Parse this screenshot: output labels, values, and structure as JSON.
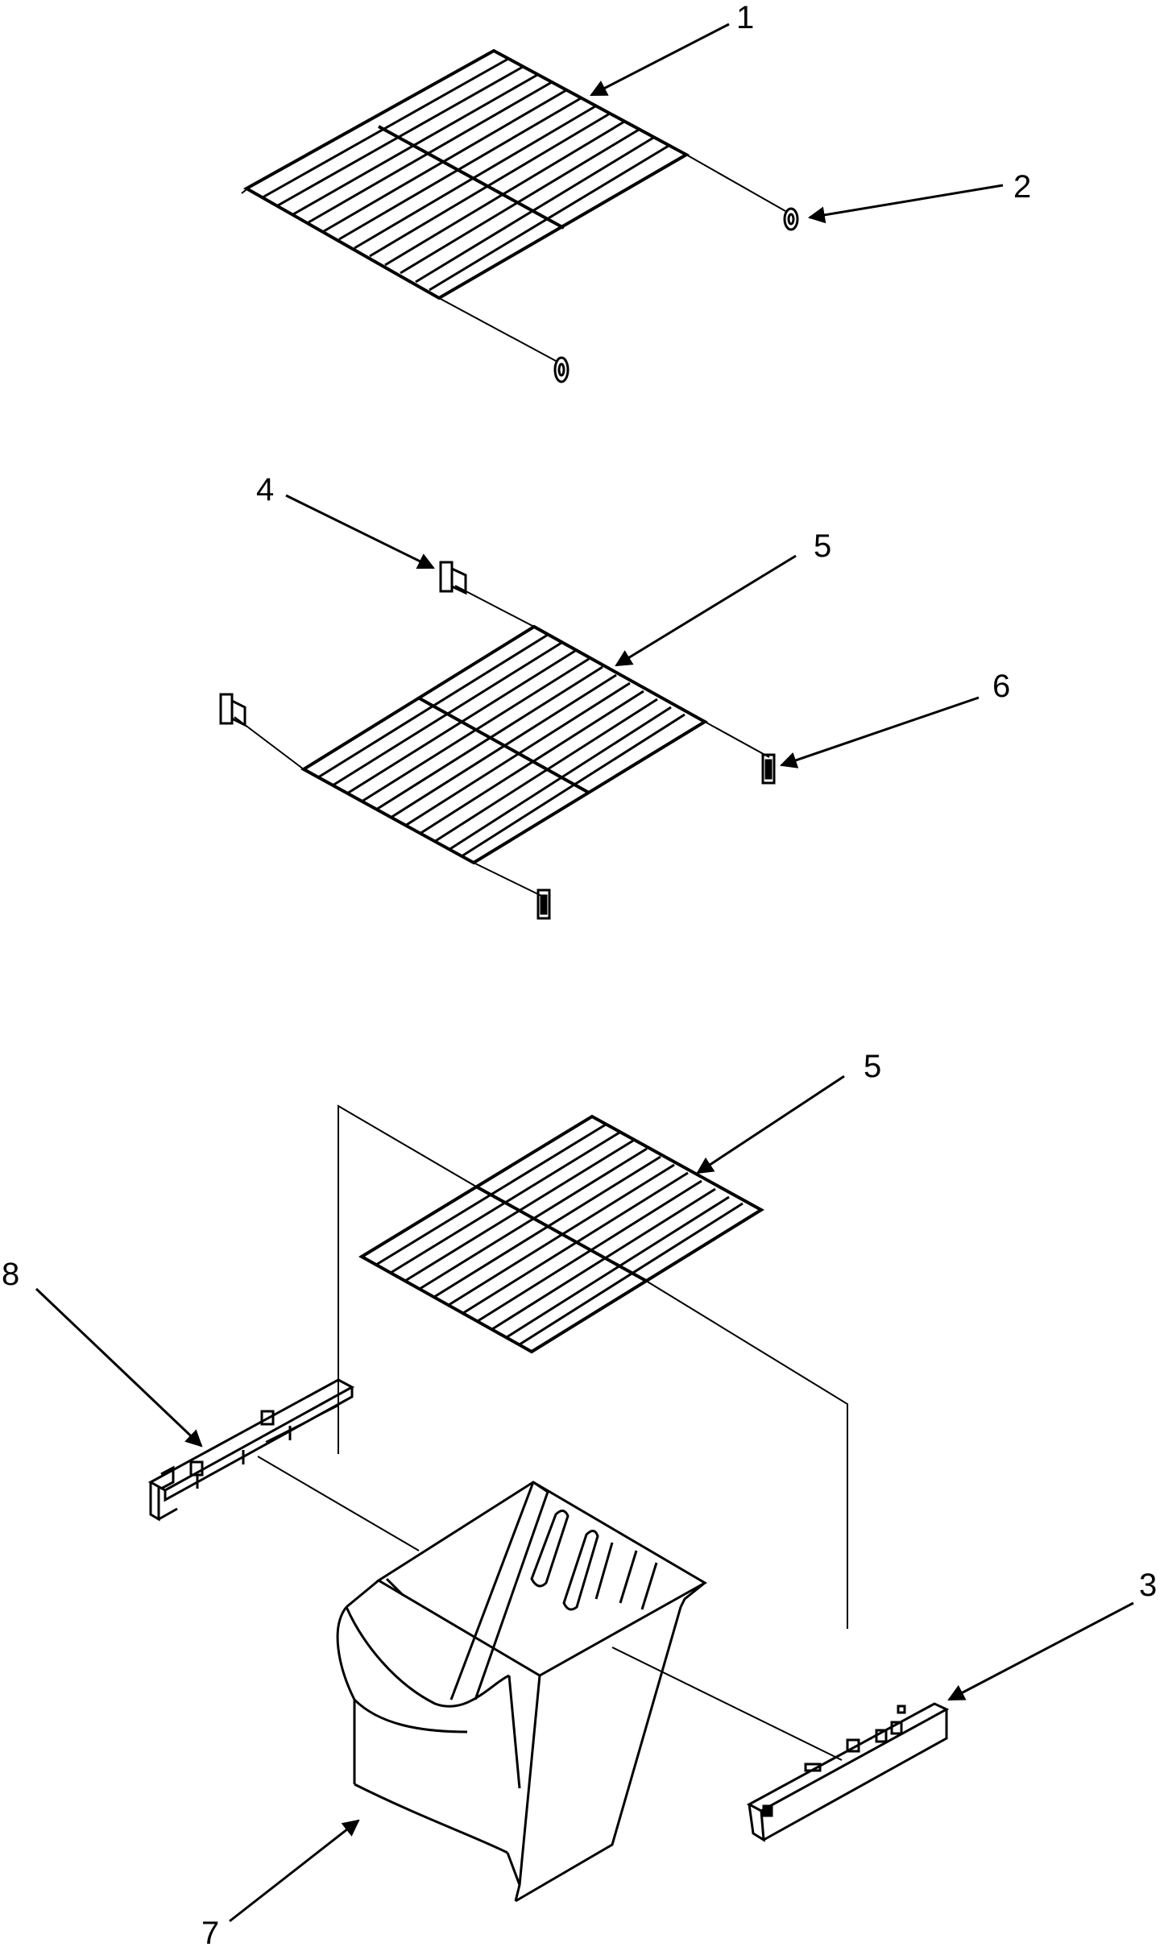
{
  "diagram": {
    "callouts": [
      {
        "id": "c1",
        "label": "1"
      },
      {
        "id": "c2",
        "label": "2"
      },
      {
        "id": "c4",
        "label": "4"
      },
      {
        "id": "c5a",
        "label": "5"
      },
      {
        "id": "c6",
        "label": "6"
      },
      {
        "id": "c5b",
        "label": "5"
      },
      {
        "id": "c8",
        "label": "8"
      },
      {
        "id": "c3",
        "label": "3"
      },
      {
        "id": "c7",
        "label": "7"
      }
    ],
    "line_color": "#000000",
    "background": "#ffffff"
  }
}
